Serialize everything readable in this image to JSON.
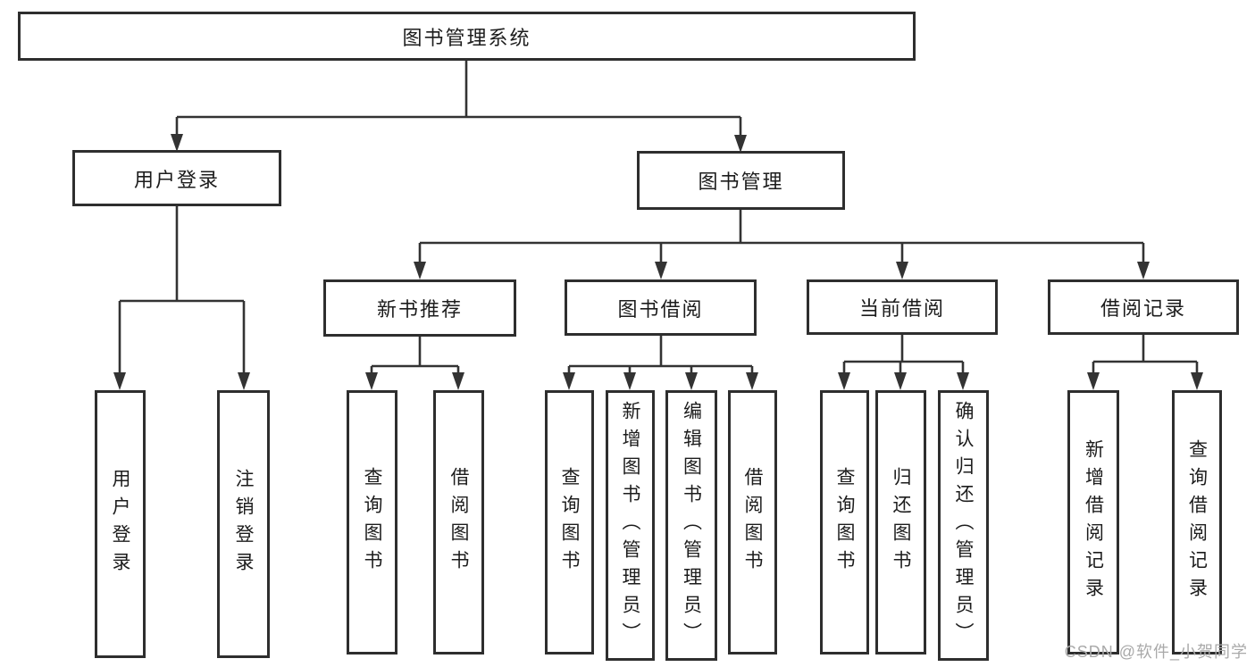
{
  "tree": {
    "root": {
      "label": "图书管理系统"
    },
    "branches": [
      {
        "label": "用户登录",
        "children": [
          {
            "label": "用户登录"
          },
          {
            "label": "注销登录"
          }
        ]
      },
      {
        "label": "图书管理",
        "children": [
          {
            "label": "新书推荐",
            "children": [
              {
                "label": "查询图书"
              },
              {
                "label": "借阅图书"
              }
            ]
          },
          {
            "label": "图书借阅",
            "children": [
              {
                "label": "查询图书"
              },
              {
                "label": "新增图书（管理员）"
              },
              {
                "label": "编辑图书（管理员）"
              },
              {
                "label": "借阅图书"
              }
            ]
          },
          {
            "label": "当前借阅",
            "children": [
              {
                "label": "查询图书"
              },
              {
                "label": "归还图书"
              },
              {
                "label": "确认归还（管理员）"
              }
            ]
          },
          {
            "label": "借阅记录",
            "children": [
              {
                "label": "新增借阅记录"
              },
              {
                "label": "查询借阅记录"
              }
            ]
          }
        ]
      }
    ]
  },
  "watermark": {
    "text": "CSDN @软件_小贺同学"
  },
  "colors": {
    "line": "#333333",
    "box_border": "#2e2e2e",
    "text": "#1c1c1c",
    "watermark": "#a9a9a9",
    "background": "#ffffff"
  }
}
